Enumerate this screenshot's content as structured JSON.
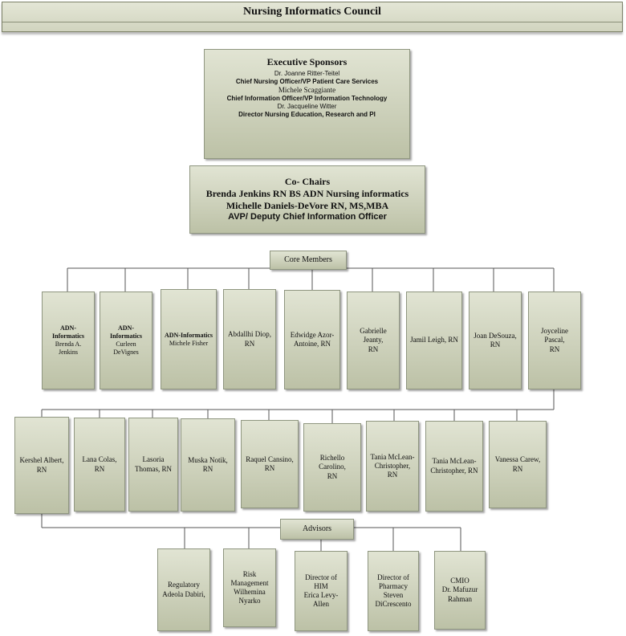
{
  "header": {
    "title": "Nursing Informatics Council"
  },
  "executive_sponsors": {
    "heading": "Executive Sponsors",
    "lines": [
      {
        "text": "Dr. Joanne Ritter-Teitel",
        "style": "name"
      },
      {
        "text": "Chief Nursing Officer/VP Patient Care Services",
        "style": "role"
      },
      {
        "text": "Michele Scaggiante",
        "style": "name-serif"
      },
      {
        "text": "Chief Information Officer/VP Information Technology",
        "style": "role"
      },
      {
        "text": "Dr. Jacqueline Witter",
        "style": "name"
      },
      {
        "text": "Director Nursing Education, Research and PI",
        "style": "role"
      }
    ]
  },
  "co_chairs": {
    "heading": "Co- Chairs",
    "line1": "Brenda Jenkins RN BS ADN Nursing informatics",
    "line2": "Michelle Daniels-DeVore RN, MS,MBA",
    "line3": "AVP/ Deputy Chief Information Officer"
  },
  "core_members_label": "Core Members",
  "core_row1": [
    {
      "line1": "ADN-Informatics",
      "line2": "Brenda A. Jenkins",
      "bold_first": true
    },
    {
      "line1": "ADN-Informatics",
      "line2": "Curleen DeVignes",
      "bold_first": true
    },
    {
      "line1": "ADN-Informatics",
      "line2": "Michele Fisher",
      "bold_first": true
    },
    {
      "line1": "Abdallhi Diop,",
      "line2": "RN"
    },
    {
      "line1": "Edwidge Azor-",
      "line2": "Antoine, RN"
    },
    {
      "line1": "Gabrielle Jeanty,",
      "line2": "RN"
    },
    {
      "line1": "Jamil Leigh, RN",
      "line2": ""
    },
    {
      "line1": "Joan DeSouza,",
      "line2": "RN"
    },
    {
      "line1": "Joyceline Pascal,",
      "line2": "RN"
    }
  ],
  "core_row2": [
    {
      "line1": "Kershel Albert,",
      "line2": "RN"
    },
    {
      "line1": "Lana Colas, RN",
      "line2": ""
    },
    {
      "line1": "Lasoria",
      "line2": "Thomas, RN"
    },
    {
      "line1": "Muska Notik, RN",
      "line2": ""
    },
    {
      "line1": "Raquel Cansino,",
      "line2": "RN"
    },
    {
      "line1": "Richello Carolino,",
      "line2": "RN"
    },
    {
      "line1": "Tania McLean-",
      "line2": "Christopher, RN"
    },
    {
      "line1": "Tania McLean-",
      "line2": "Christopher, RN"
    },
    {
      "line1": "Vanessa Carew,",
      "line2": "RN"
    }
  ],
  "advisors_label": "Advisors",
  "advisors": [
    {
      "lines": [
        "Regulatory",
        "Adeola Dabiri,"
      ]
    },
    {
      "lines": [
        "Risk",
        "Management",
        "Wilhemina",
        "Nyarko"
      ]
    },
    {
      "lines": [
        "Director of HIM",
        "Erica Levy-Allen"
      ]
    },
    {
      "lines": [
        "Director of",
        "Pharmacy",
        "Steven",
        "DiCrescento"
      ]
    },
    {
      "lines": [
        "CMIO",
        "Dr. Mafuzur",
        "Rahman"
      ]
    }
  ]
}
